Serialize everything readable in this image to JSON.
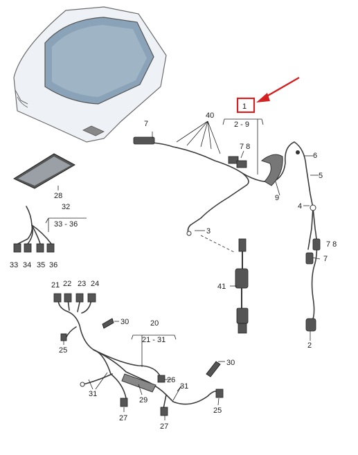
{
  "callouts": {
    "c1": "1",
    "c2_9": "2 - 9",
    "c40": "40",
    "c7a": "7",
    "c7_8a": "7 8",
    "c6": "6",
    "c5": "5",
    "c9": "9",
    "c4": "4",
    "c3": "3",
    "c7_8b": "7 8",
    "c7b": "7",
    "c28": "28",
    "c32": "32",
    "c33_36": "33 - 36",
    "c33": "33",
    "c34": "34",
    "c35": "35",
    "c36": "36",
    "c41": "41",
    "c2": "2",
    "c21": "21",
    "c22": "22",
    "c23": "23",
    "c24": "24",
    "c30a": "30",
    "c20": "20",
    "c21_31": "21 - 31",
    "c25a": "25",
    "c26": "26",
    "c31a": "31",
    "c29": "29",
    "c31b": "31",
    "c30b": "30",
    "c27a": "27",
    "c27b": "27",
    "c25b": "25"
  },
  "colors": {
    "highlight_box": "#d42020",
    "arrow": "#d42020"
  }
}
